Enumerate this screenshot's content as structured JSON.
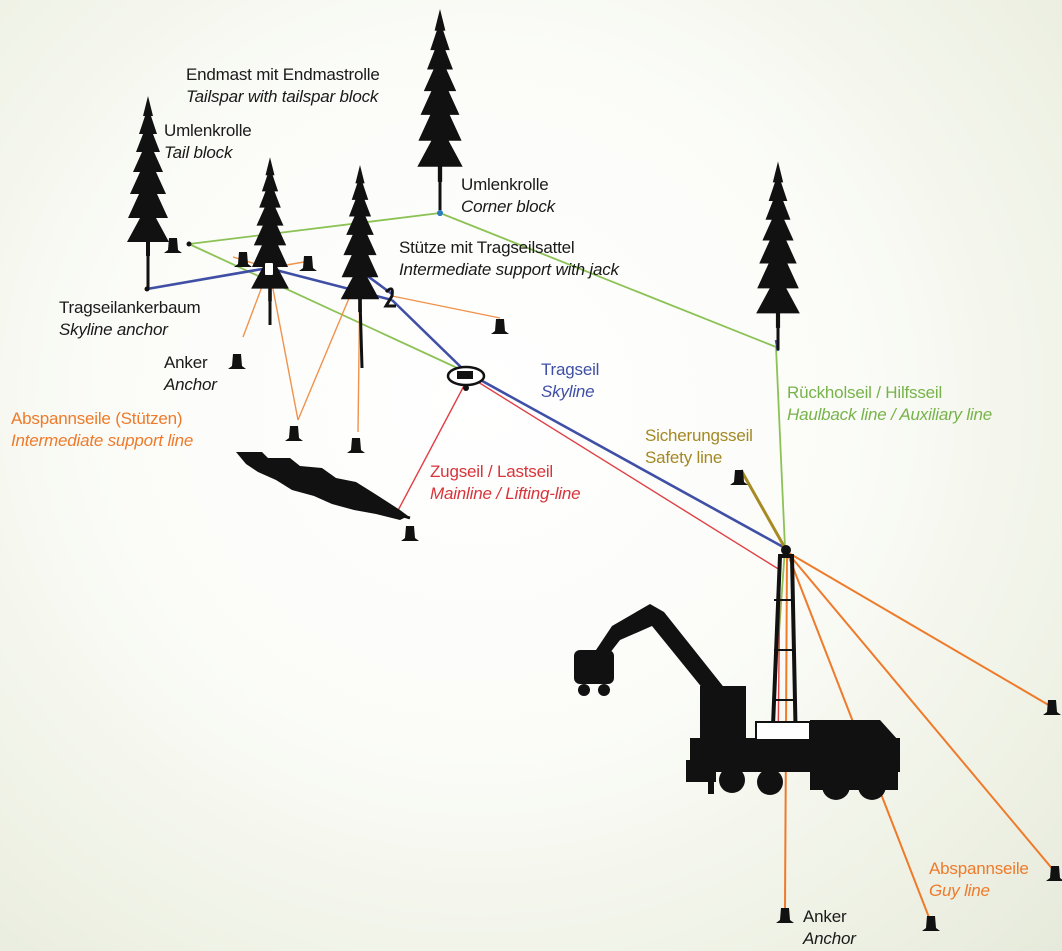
{
  "colors": {
    "skyline": "#3f4fa6",
    "mainline": "#e04045",
    "haulback": "#8cc255",
    "support_line": "#f0924b",
    "guy_line": "#ee7a2a",
    "safety_line": "#a68a24",
    "silhouette": "#111111"
  },
  "labels": {
    "tailspar": {
      "de": "Endmast mit Endmastrolle",
      "en": "Tailspar with tailspar block"
    },
    "tail_block": {
      "de": "Umlenkrolle",
      "en": "Tail block"
    },
    "corner_block": {
      "de": "Umlenkrolle",
      "en": "Corner block"
    },
    "intermediate_support": {
      "de": "Stütze mit Tragseilsattel",
      "en": "Intermediate support with jack"
    },
    "skyline_anchor": {
      "de": "Tragseilankerbaum",
      "en": "Skyline anchor"
    },
    "anchor_left": {
      "de": "Anker",
      "en": "Anchor"
    },
    "support_line": {
      "de": "Abspannseile (Stützen)",
      "en": "Intermediate support line"
    },
    "skyline": {
      "de": "Tragseil",
      "en": "Skyline"
    },
    "haulback": {
      "de": "Rückholseil / Hilfsseil",
      "en": "Haulback line / Auxiliary line"
    },
    "safety": {
      "de": "Sicherungsseil",
      "en": "Safety line"
    },
    "mainline": {
      "de": "Zugseil / Lastseil",
      "en": "Mainline / Lifting-line"
    },
    "guy_line": {
      "de": "Abspannseile",
      "en": "Guy line"
    },
    "anchor_bottom": {
      "de": "Anker",
      "en": "Anchor"
    }
  }
}
